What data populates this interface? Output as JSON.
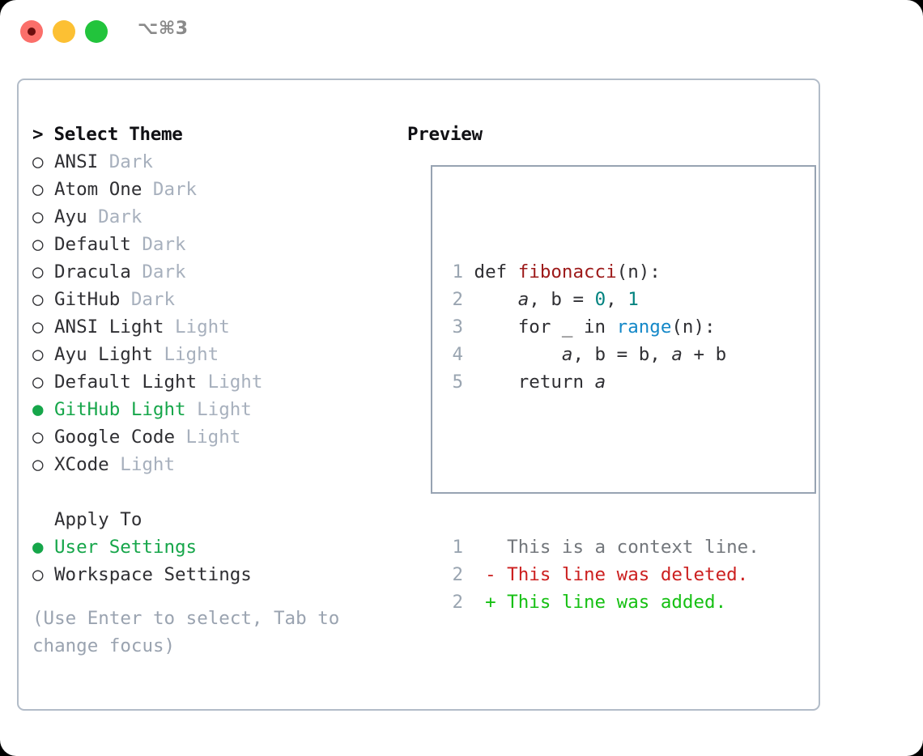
{
  "titlebar": {
    "shortcut": "⌥⌘3",
    "buttons": [
      {
        "name": "close",
        "color": "#fb6f6a"
      },
      {
        "name": "minimize",
        "color": "#fcc033"
      },
      {
        "name": "maximize",
        "color": "#22c43c"
      }
    ]
  },
  "theme_list": {
    "header": "> Select Theme",
    "items": [
      {
        "marker": "○",
        "label": "ANSI",
        "variant": "Dark",
        "selected": false
      },
      {
        "marker": "○",
        "label": "Atom One",
        "variant": "Dark",
        "selected": false
      },
      {
        "marker": "○",
        "label": "Ayu",
        "variant": "Dark",
        "selected": false
      },
      {
        "marker": "○",
        "label": "Default",
        "variant": "Dark",
        "selected": false
      },
      {
        "marker": "○",
        "label": "Dracula",
        "variant": "Dark",
        "selected": false
      },
      {
        "marker": "○",
        "label": "GitHub",
        "variant": "Dark",
        "selected": false
      },
      {
        "marker": "○",
        "label": "ANSI Light",
        "variant": "Light",
        "selected": false
      },
      {
        "marker": "○",
        "label": "Ayu Light",
        "variant": "Light",
        "selected": false
      },
      {
        "marker": "○",
        "label": "Default Light",
        "variant": "Light",
        "selected": false
      },
      {
        "marker": "●",
        "label": "GitHub Light",
        "variant": "Light",
        "selected": true
      },
      {
        "marker": "○",
        "label": "Google Code",
        "variant": "Light",
        "selected": false
      },
      {
        "marker": "○",
        "label": "XCode",
        "variant": "Light",
        "selected": false
      }
    ]
  },
  "apply_to": {
    "title": "Apply To",
    "items": [
      {
        "marker": "●",
        "label": "User Settings",
        "selected": true
      },
      {
        "marker": "○",
        "label": "Workspace Settings",
        "selected": false
      }
    ]
  },
  "hint": "(Use Enter to select, Tab to change focus)",
  "preview": {
    "title": "Preview",
    "code_lines": [
      {
        "n": "1",
        "segments": [
          {
            "t": "def ",
            "k": "code-plain"
          },
          {
            "t": "fibonacci",
            "k": "tok-fn"
          },
          {
            "t": "(n):",
            "k": "code-plain"
          }
        ]
      },
      {
        "n": "2",
        "segments": [
          {
            "t": "    ",
            "k": "code-plain"
          },
          {
            "t": "a",
            "k": "tok-var"
          },
          {
            "t": ", b = ",
            "k": "code-plain"
          },
          {
            "t": "0",
            "k": "tok-num"
          },
          {
            "t": ", ",
            "k": "code-plain"
          },
          {
            "t": "1",
            "k": "tok-num"
          }
        ]
      },
      {
        "n": "3",
        "segments": [
          {
            "t": "    for _ in ",
            "k": "code-plain"
          },
          {
            "t": "range",
            "k": "tok-kw"
          },
          {
            "t": "(n):",
            "k": "code-plain"
          }
        ]
      },
      {
        "n": "4",
        "segments": [
          {
            "t": "        ",
            "k": "code-plain"
          },
          {
            "t": "a",
            "k": "tok-var"
          },
          {
            "t": ", b = b, ",
            "k": "code-plain"
          },
          {
            "t": "a",
            "k": "tok-var"
          },
          {
            "t": " + b",
            "k": "code-plain"
          }
        ]
      },
      {
        "n": "5",
        "segments": [
          {
            "t": "    return ",
            "k": "code-plain"
          },
          {
            "t": "a",
            "k": "tok-var"
          }
        ]
      }
    ],
    "diff_lines": [
      {
        "n": "1",
        "marker": " ",
        "text": " This is a context line.",
        "k": "diff-ctx"
      },
      {
        "n": "2",
        "marker": "-",
        "text": " This line was deleted.",
        "k": "diff-del"
      },
      {
        "n": "2",
        "marker": "+",
        "text": " This line was added.",
        "k": "diff-add"
      }
    ]
  },
  "colors": {
    "accent_green": "#16a64a",
    "muted": "#a7b0bd",
    "border": "#b2bcc8",
    "preview_border": "#97a3b2",
    "function": "#9d1a1a",
    "number": "#00827f",
    "keyword": "#1488c8",
    "diff_add": "#16c013",
    "diff_del": "#cc2020"
  }
}
